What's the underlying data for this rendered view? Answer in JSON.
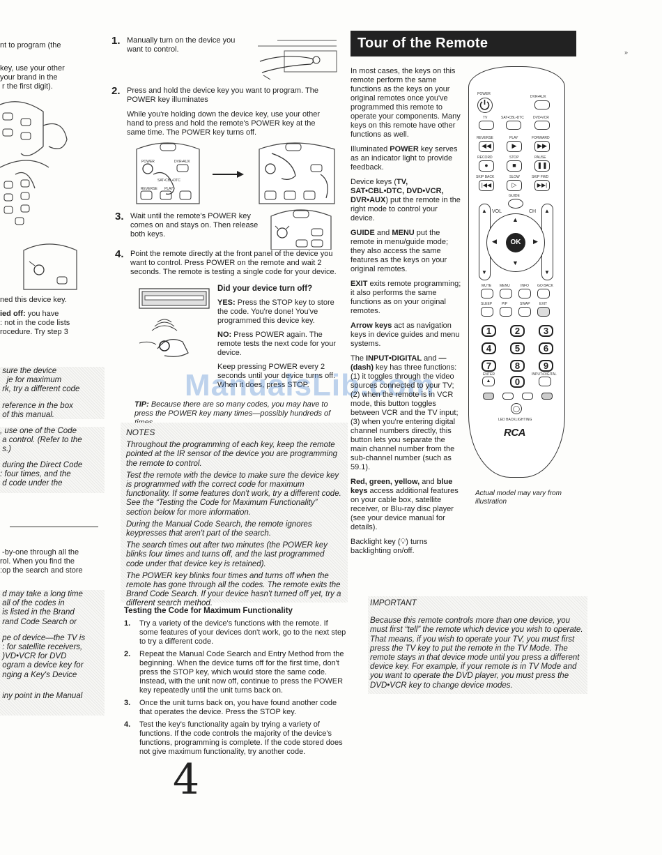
{
  "left_column": {
    "snippets": [
      "nt to program (the",
      "key, use your other",
      "your brand in the",
      " r the first digit).",
      "ned this device key.",
      " you have",
      ": not in the code lists",
      "rocedure. Try step 3",
      " -by-one through all the",
      "rol. When you find the",
      ":op the search and store"
    ],
    "snippet_bold": "ied off:",
    "italic_snippets": [
      " sure the device",
      "   je for maximum",
      " rk, try a different code",
      " reference in the box",
      " of this manual.",
      ", use one of the Code",
      " a control. (Refer to the",
      " s.)",
      " during the Direct Code",
      ": four times, and the",
      " d code under the",
      " d may take a long time",
      " all of the codes in",
      " is listed in the Brand",
      " rand Code Search or",
      " pe of device—the TV is",
      " : for satellite receivers,",
      " )VD•VCR for DVD",
      " ogram a device key for",
      " nging a Key's Device",
      " iny point in the Manual"
    ]
  },
  "steps": [
    {
      "num": "1.",
      "text": "Manually turn on the device you want to control."
    },
    {
      "num": "2.",
      "text": "Press and hold the device key you want to program. The POWER key illuminates",
      "text2": "While you're holding down the device key, use your other hand to press and hold the remote's POWER key at the same time. The POWER key turns off."
    },
    {
      "num": "3.",
      "text": "Wait until the remote's POWER key comes on and stays on. Then release both keys."
    },
    {
      "num": "4.",
      "text": "Point the remote directly at the front panel of the device you want to control. Press POWER on the remote and wait 2 seconds. The remote is testing a single code for your device."
    }
  ],
  "turn_off": {
    "heading": "Did your device turn off?",
    "yes_label": "YES:",
    "yes_text": "Press the STOP key to store the code. You're done! You've programmed this device key.",
    "no_label": "NO:",
    "no_text": "Press POWER again. The remote tests the next code for your device.",
    "keep": "Keep pressing POWER every 2 seconds until your device turns off. When it does, press STOP."
  },
  "tip": {
    "label": "TIP:",
    "text": "Because there are so many codes, you may have to press the POWER key many times—possibly hundreds of times."
  },
  "notes": {
    "heading": "NOTES",
    "items": [
      "Throughout the programming of each key, keep the remote pointed at the IR sensor of the device you are programming the remote to control.",
      "Test the remote with the device to make sure the device key is programmed with the correct code for maximum functionality. If some features don't work, try a different code. See the “Testing the Code for Maximum Functionality” section below for more information.",
      "During the Manual Code Search, the remote ignores keypresses that aren't part of the search.",
      "The search times out after two minutes (the POWER key blinks four times and turns off, and the last programmed code under that device key is retained).",
      "The POWER key blinks four times and turns off when the remote has gone through all the codes. The remote exits the Brand Code Search. If your device hasn't turned off yet, try a different search method."
    ]
  },
  "testing": {
    "heading": "Testing the Code for Maximum Functionality",
    "items": [
      {
        "n": "1.",
        "text": "Try a variety of the device's functions with the remote. If some features of your devices don't work, go to the next step to try a different code."
      },
      {
        "n": "2.",
        "text": "Repeat the Manual Code Search and Entry Method from the beginning. When the device turns off for the first time, don't press the STOP key, which would store the same code. Instead, with the unit now off, continue to press the POWER key repeatedly until the unit turns back on."
      },
      {
        "n": "3.",
        "text": "Once the unit turns back on, you have found another code that operates the device. Press the STOP key."
      },
      {
        "n": "4.",
        "text": "Test the key's functionality again by trying a variety of functions. If the code controls the majority of the device's functions, programming is complete. If the code stored does not give maximum functionality, try another code."
      }
    ]
  },
  "page_number": "4",
  "watermark": "ManualsLib.com",
  "tour": {
    "title": "Tour of the Remote",
    "p1": "In most cases, the keys on this remote perform the same functions as the keys on your original remotes once you've programmed this remote to operate your components. Many keys on this remote have other functions as well.",
    "p2_pre": "Illuminated ",
    "p2_bold": "POWER",
    "p2_post": " key serves as an indicator light to provide feedback.",
    "p3_pre": "Device keys (",
    "p3_bold": "TV, SAT•CBL•DTC, DVD•VCR, DVR•AUX",
    "p3_post": ") put the remote in the right mode to control your device.",
    "p4_b1": "GUIDE",
    "p4_and": " and ",
    "p4_b2": "MENU",
    "p4_post": " put the remote in menu/guide mode; they also access the same features as the keys on your original remotes.",
    "p5_bold": "EXIT",
    "p5_post": " exits remote programming; it also performs the same functions as on your original remotes.",
    "p6_bold": "Arrow keys",
    "p6_post": " act as navigation keys in device guides and menu systems.",
    "p7_pre": "The ",
    "p7_bold": "INPUT•DIGITAL",
    "p7_and": " and",
    "p7_bold2": "— (dash)",
    "p7_post": " key has three functions: (1) it toggles through the video sources connected to your TV; (2) when the remote is in VCR mode, this button toggles between VCR and the TV input; (3) when you're entering digital channel numbers directly, this button lets you separate the main channel number from the sub-channel number (such as 59.1).",
    "p8_bold": "Red, green, yellow,",
    "p8_and": " and ",
    "p8_bold2": "blue keys",
    "p8_post": " access additional features on your cable box, satellite receiver, or Blu-ray disc player (see your device manual for details).",
    "p9_pre": "Backlight key (",
    "p9_post": ") turns backlighting on/off."
  },
  "important": {
    "heading": "IMPORTANT",
    "text": "Because this remote controls more than one device, you must first “tell” the remote which device you wish to operate. That means, if you wish to operate your TV, you must first press the TV key to put the remote in the TV Mode. The remote stays in that device mode until you press a different device key. For example, if your remote is in TV Mode and you want to operate the DVD player, you must press the DVD•VCR key to change device modes."
  },
  "remote": {
    "caption": "Actual model may vary from illustration",
    "brand": "RCA",
    "labels": {
      "power": "POWER",
      "dvraux": "DVR•AUX",
      "tv": "TV",
      "satcbl": "SAT•CBL•DTC",
      "dvdvcr": "DVD•VCR",
      "reverse": "REVERSE",
      "play": "PLAY",
      "forward": "FORWARD",
      "record": "RECORD",
      "stop": "STOP",
      "pause": "PAUSE",
      "skipback": "SKIP BACK",
      "slow": "SLOW",
      "skipfwd": "SKIP FWD",
      "guide": "GUIDE",
      "vol": "VOL",
      "ch": "CH",
      "ok": "OK",
      "mute": "MUTE",
      "menu": "MENU",
      "info": "INFO",
      "goback": "GO BACK",
      "sleep": "SLEEP",
      "pip": "PIP",
      "swap": "SWAP",
      "exit": "EXIT",
      "enter": "ENTER",
      "input": "INPUT•DIGITAL",
      "backlight": "LED BACKLIGHTING"
    },
    "digits": [
      "1",
      "2",
      "3",
      "4",
      "5",
      "6",
      "7",
      "8",
      "9",
      "0"
    ]
  },
  "sketch_labels": {
    "power": "POWER",
    "dvraux": "DVR•AUX",
    "satcbl": "SAT•CBL•DTC",
    "reverse": "REVERSE",
    "play": "PLAY"
  }
}
